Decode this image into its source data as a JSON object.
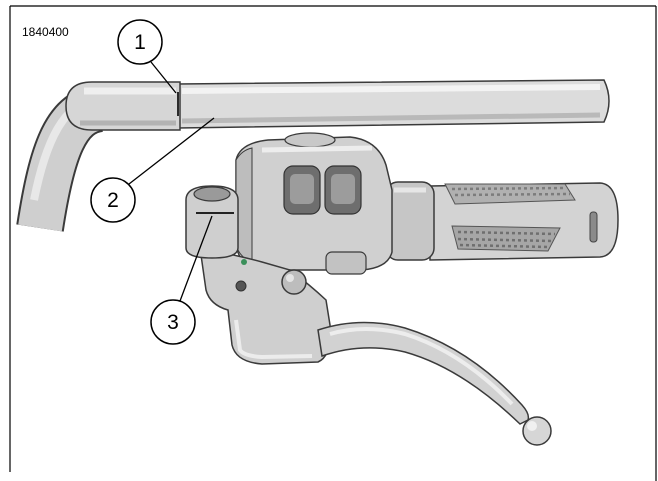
{
  "figure": {
    "id": "1840400"
  },
  "callouts": [
    {
      "label": "1"
    },
    {
      "label": "2"
    },
    {
      "label": "3"
    }
  ],
  "colors": {
    "frame": "#000000",
    "outline": "#3a3a3a",
    "part_fill": "#d6d6d6",
    "part_dark": "#6e6e6e",
    "callout_fill": "#ffffff",
    "wire_accent": "#3a8f5a"
  }
}
